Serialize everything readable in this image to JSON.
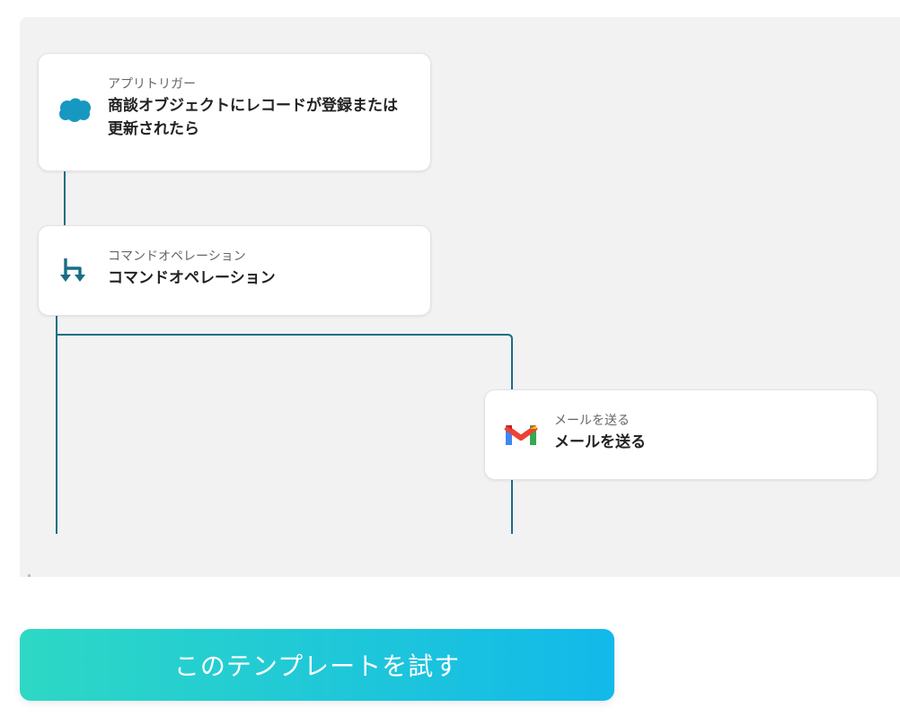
{
  "flow": {
    "trigger": {
      "icon": "salesforce-cloud-icon",
      "type_label": "アプリトリガー",
      "title": "商談オブジェクトにレコードが登録または更新されたら"
    },
    "operation": {
      "icon": "branch-arrows-icon",
      "type_label": "コマンドオペレーション",
      "title": "コマンドオペレーション"
    },
    "mail": {
      "icon": "gmail-icon",
      "type_label": "メールを送る",
      "title": "メールを送る"
    }
  },
  "cta": {
    "label": "このテンプレートを試す"
  },
  "colors": {
    "canvas_bg": "#f2f2f2",
    "connector": "#1a6e86",
    "salesforce": "#1798c1",
    "operation_icon": "#1a6e86",
    "cta_start": "#2ed8c4",
    "cta_end": "#12b9ea"
  }
}
